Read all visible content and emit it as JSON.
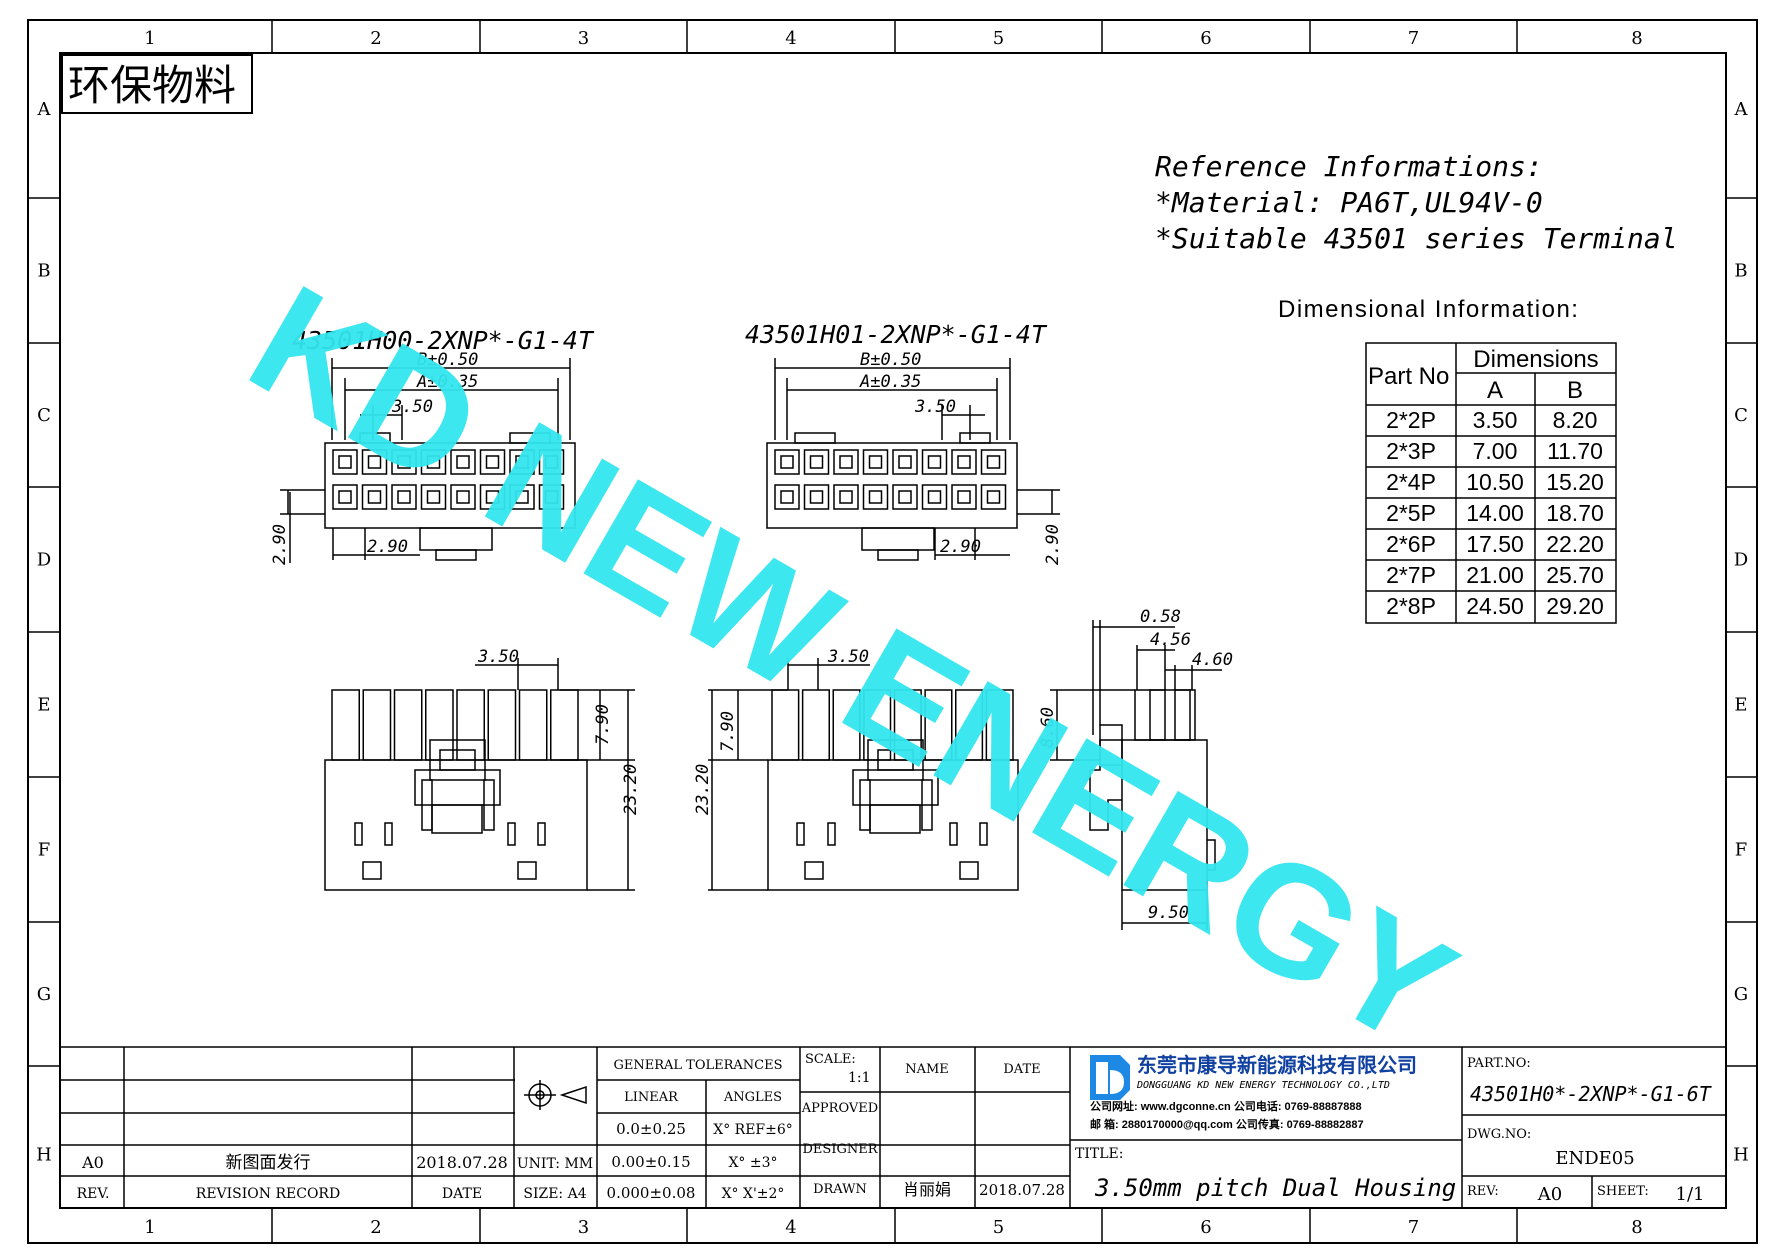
{
  "border": {
    "columns": [
      "1",
      "2",
      "3",
      "4",
      "5",
      "6",
      "7",
      "8"
    ],
    "rows": [
      "A",
      "B",
      "C",
      "D",
      "E",
      "F",
      "G",
      "H"
    ]
  },
  "stamp": "环保物料",
  "watermark": "KD NEW ENERGY",
  "reference": {
    "line1": "Reference Informations:",
    "line2": "*Material: PA6T,UL94V-0",
    "line3": "*Suitable 43501 series Terminal"
  },
  "dim_info_title": "Dimensional Information:",
  "dim_table": {
    "col_part": "Part No",
    "col_dims": "Dimensions",
    "col_a": "A",
    "col_b": "B",
    "rows": [
      {
        "part": "2*2P",
        "a": "3.50",
        "b": "8.20"
      },
      {
        "part": "2*3P",
        "a": "7.00",
        "b": "11.70"
      },
      {
        "part": "2*4P",
        "a": "10.50",
        "b": "15.20"
      },
      {
        "part": "2*5P",
        "a": "14.00",
        "b": "18.70"
      },
      {
        "part": "2*6P",
        "a": "17.50",
        "b": "22.20"
      },
      {
        "part": "2*7P",
        "a": "21.00",
        "b": "25.70"
      },
      {
        "part": "2*8P",
        "a": "24.50",
        "b": "29.20"
      }
    ]
  },
  "view_left": {
    "title": "43501H00-2XNP*-G1-4T",
    "dim_b": "B±0.50",
    "dim_a": "A±0.35",
    "dim_pitch": "3.50",
    "dim_row": "2.90",
    "dim_h": "2.90"
  },
  "view_right": {
    "title": "43501H01-2XNP*-G1-4T",
    "dim_b": "B±0.50",
    "dim_a": "A±0.35",
    "dim_pitch": "3.50",
    "dim_row": "2.90",
    "dim_h": "2.90"
  },
  "front_left": {
    "pitch": "3.50",
    "h1": "7.90",
    "h2": "23.20"
  },
  "front_right": {
    "pitch": "3.50",
    "h1": "7.90",
    "h2": "23.20"
  },
  "side": {
    "d1": "0.58",
    "d2": "4.56",
    "d3": "4.60",
    "h": "8.60",
    "w": "9.50"
  },
  "title_block": {
    "rev_a0": "A0",
    "rev_record": "新图面发行",
    "rev_date": "2018.07.28",
    "rev_label": "REV.",
    "record_label": "REVISION RECORD",
    "date_label": "DATE",
    "unit": "UNIT: MM",
    "size": "SIZE: A4",
    "gen_tol": "GENERAL TOLERANCES",
    "linear": "LINEAR",
    "angles": "ANGLES",
    "tol1_l": "0.0±0.25",
    "tol1_a": "X° REF±6°",
    "tol2_l": "0.00±0.15",
    "tol2_a": "X° ±3°",
    "tol3_l": "0.000±0.08",
    "tol3_a": "X° X'±2°",
    "scale_label": "SCALE:",
    "scale_val": "1:1",
    "approved": "APPROVED",
    "designer": "DESIGNER",
    "drawn": "DRAWN",
    "name_label": "NAME",
    "date_label2": "DATE",
    "drawn_name": "肖丽娟",
    "drawn_date": "2018.07.28",
    "company_cn": "东莞市康导新能源科技有限公司",
    "company_en": "DONGGUANG KD NEW ENERGY TECHNOLOGY CO.,LTD",
    "contact1": "公司网址: www.dgconne.cn   公司电话: 0769-88887888",
    "contact2": "邮    箱: 2880170000@qq.com   公司传真: 0769-88882887",
    "title_label": "TITLE:",
    "title": "3.50mm pitch Dual Housing",
    "part_no_label": "PART.NO:",
    "part_no": "43501H0*-2XNP*-G1-6T",
    "dwg_no_label": "DWG.NO:",
    "dwg_no": "ENDE05",
    "rev_label2": "REV:",
    "rev_val": "A0",
    "sheet_label": "SHEET:",
    "sheet_val": "1/1"
  },
  "colors": {
    "watermark": "#33e6ee",
    "line": "#000000"
  }
}
